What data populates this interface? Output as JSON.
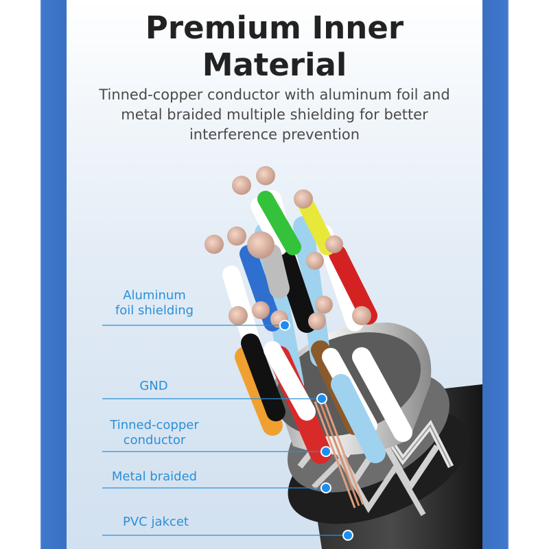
{
  "header": {
    "title_line1": "Premium Inner",
    "title_line2": "Material",
    "subtitle_line1": "Tinned-copper conductor with aluminum foil and",
    "subtitle_line2": "metal braided multiple shielding for better",
    "subtitle_line3": "interference prevention"
  },
  "callouts": {
    "foil_line1": "Aluminum",
    "foil_line2": "foil shielding",
    "gnd": "GND",
    "conductor_line1": "Tinned-copper",
    "conductor_line2": "conductor",
    "braided": "Metal braided",
    "jacket": "PVC jakcet"
  },
  "colors": {
    "callout_text": "#2a8fd8",
    "callout_dot": "#1b8ff0",
    "side_bar": "#3e76c9"
  }
}
